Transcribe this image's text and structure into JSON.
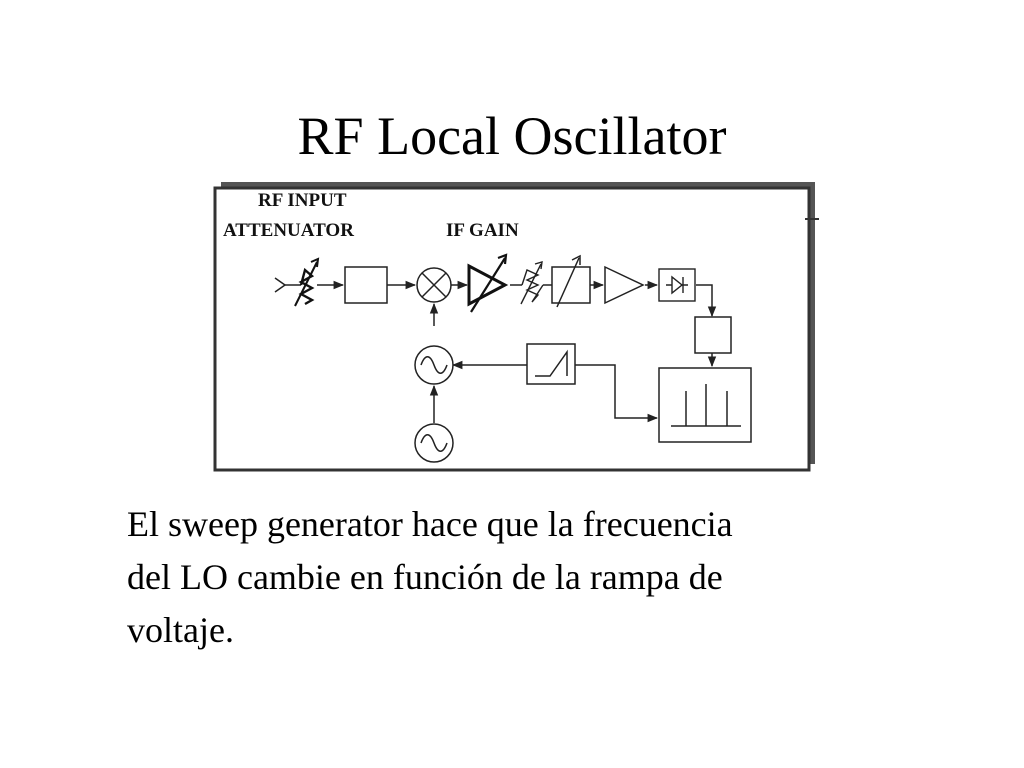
{
  "slide": {
    "title": "RF Local Oscillator"
  },
  "diagram": {
    "labels": {
      "attenuator_line1": "RF INPUT",
      "attenuator_line2": "ATTENUATOR",
      "if_gain": "IF GAIN"
    },
    "icons": [
      "input-arrow-icon",
      "variable-attenuator-icon",
      "filter-box-icon",
      "mixer-icon",
      "variable-amplifier-icon",
      "variable-resistor-icon",
      "variable-filter-icon",
      "amplifier-icon",
      "detector-diode-icon",
      "filter-box-icon",
      "display-spectrum-icon",
      "sweep-generator-icon",
      "local-oscillator-icon",
      "reference-oscillator-icon"
    ]
  },
  "caption": {
    "line1": "El sweep generator hace que la frecuencia",
    "line2": "del LO cambie en función de la rampa de",
    "line3": "voltaje."
  }
}
